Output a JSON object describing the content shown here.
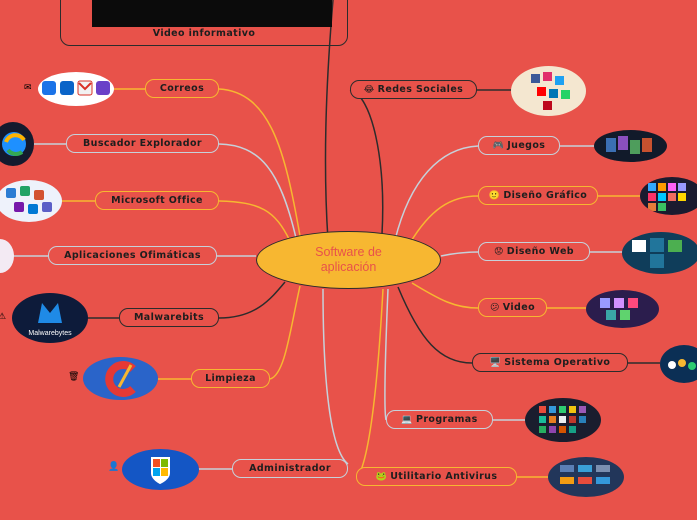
{
  "central": {
    "line1": "Software de",
    "line2": "aplicación"
  },
  "video": {
    "title": "Video informativo"
  },
  "left_branches": [
    {
      "label": "Correos"
    },
    {
      "label": "Buscador Explorador"
    },
    {
      "label": "Microsoft Office"
    },
    {
      "label": "Aplicaciones Ofimáticas"
    },
    {
      "label": "Malwarebits"
    },
    {
      "label": "Limpieza"
    },
    {
      "label": "Administrador"
    }
  ],
  "right_branches": [
    {
      "label": "Redes Sociales",
      "icon": "😂"
    },
    {
      "label": "Juegos",
      "icon": "🎮"
    },
    {
      "label": "Diseño Gráfico",
      "icon": "🙂"
    },
    {
      "label": "Diseño Web",
      "icon": "😟"
    },
    {
      "label": "Video",
      "icon": "😕"
    },
    {
      "label": "Sistema Operativo",
      "icon": "🖥️"
    },
    {
      "label": "Programas",
      "icon": "💻"
    },
    {
      "label": "Utilitario Antivirus",
      "icon": "🐸"
    }
  ],
  "image_text": {
    "malwarebytes": "Malwarebytes"
  },
  "colors": {
    "background": "#e8524a",
    "central_fill": "#f7b731",
    "orange_line": "#f7b731",
    "gray_line": "#c6d1da",
    "dark_line": "#2c2c2c"
  }
}
